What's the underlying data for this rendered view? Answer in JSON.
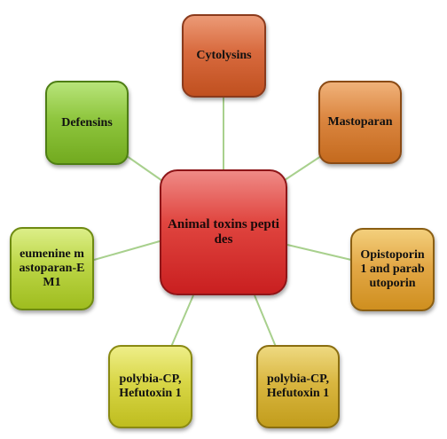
{
  "diagram": {
    "center": {
      "label": "Animal toxins peptides",
      "color": "#d32f2f"
    },
    "nodes": [
      {
        "id": "cytolysins",
        "label": "Cytolysins",
        "color": "#d0603a"
      },
      {
        "id": "mastoparan",
        "label": "Mastoparan",
        "color": "#d47a34"
      },
      {
        "id": "opistoporin",
        "label": "Opistoporin 1 and parabutoporin",
        "color": "#dea43e"
      },
      {
        "id": "polybia-cp-2",
        "label": "polybia-CP, Hefutoxin 1",
        "color": "#d4b13a"
      },
      {
        "id": "polybia-cp-1",
        "label": "polybia-CP, Hefutoxin 1",
        "color": "#d2d03c"
      },
      {
        "id": "eumenine",
        "label": "eumenine mastoparan-EM1",
        "color": "#b6d03c"
      },
      {
        "id": "defensins",
        "label": "Defensins",
        "color": "#8ac23a"
      }
    ],
    "connector_color": "#a8d08d"
  }
}
